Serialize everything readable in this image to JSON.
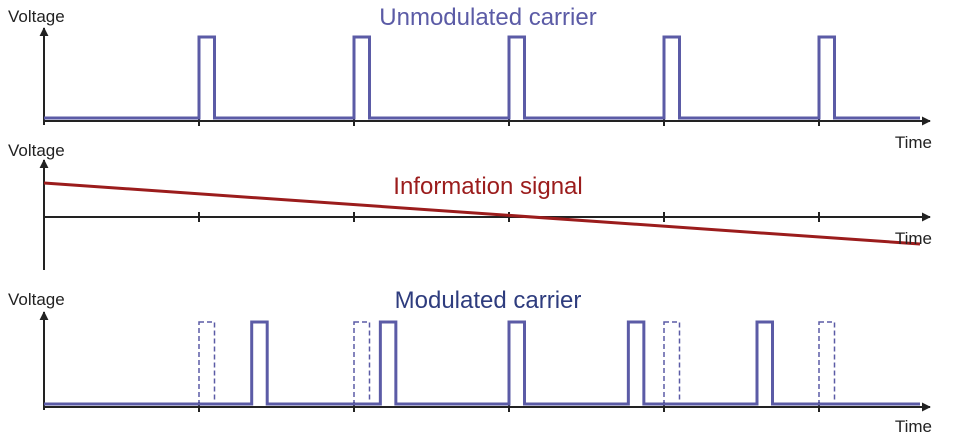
{
  "panels": {
    "unmodulated": {
      "title": "Unmodulated carrier",
      "y_label": "Voltage",
      "x_label": "Time",
      "pulses": [
        1,
        2,
        3,
        4,
        5
      ]
    },
    "information": {
      "title": "Information signal",
      "y_label": "Voltage",
      "x_label": "Time",
      "signal": {
        "start": 0.34,
        "end": -0.27
      }
    },
    "modulated": {
      "title": "Modulated carrier",
      "y_label": "Voltage",
      "x_label": "Time",
      "reference_pulses": [
        1,
        2,
        4,
        5
      ],
      "pulses": [
        1.34,
        2.17,
        3,
        3.77,
        4.6
      ]
    }
  },
  "pulse_width": 0.1,
  "tick_positions": [
    1,
    2,
    3,
    4,
    5
  ],
  "colors": {
    "carrier": "#5b5ba6",
    "modulated_title": "#2e3c7e",
    "unmodulated_title": "#5b5ba6",
    "information": "#9b1c1c",
    "axis": "#222222",
    "text": "#222222"
  }
}
